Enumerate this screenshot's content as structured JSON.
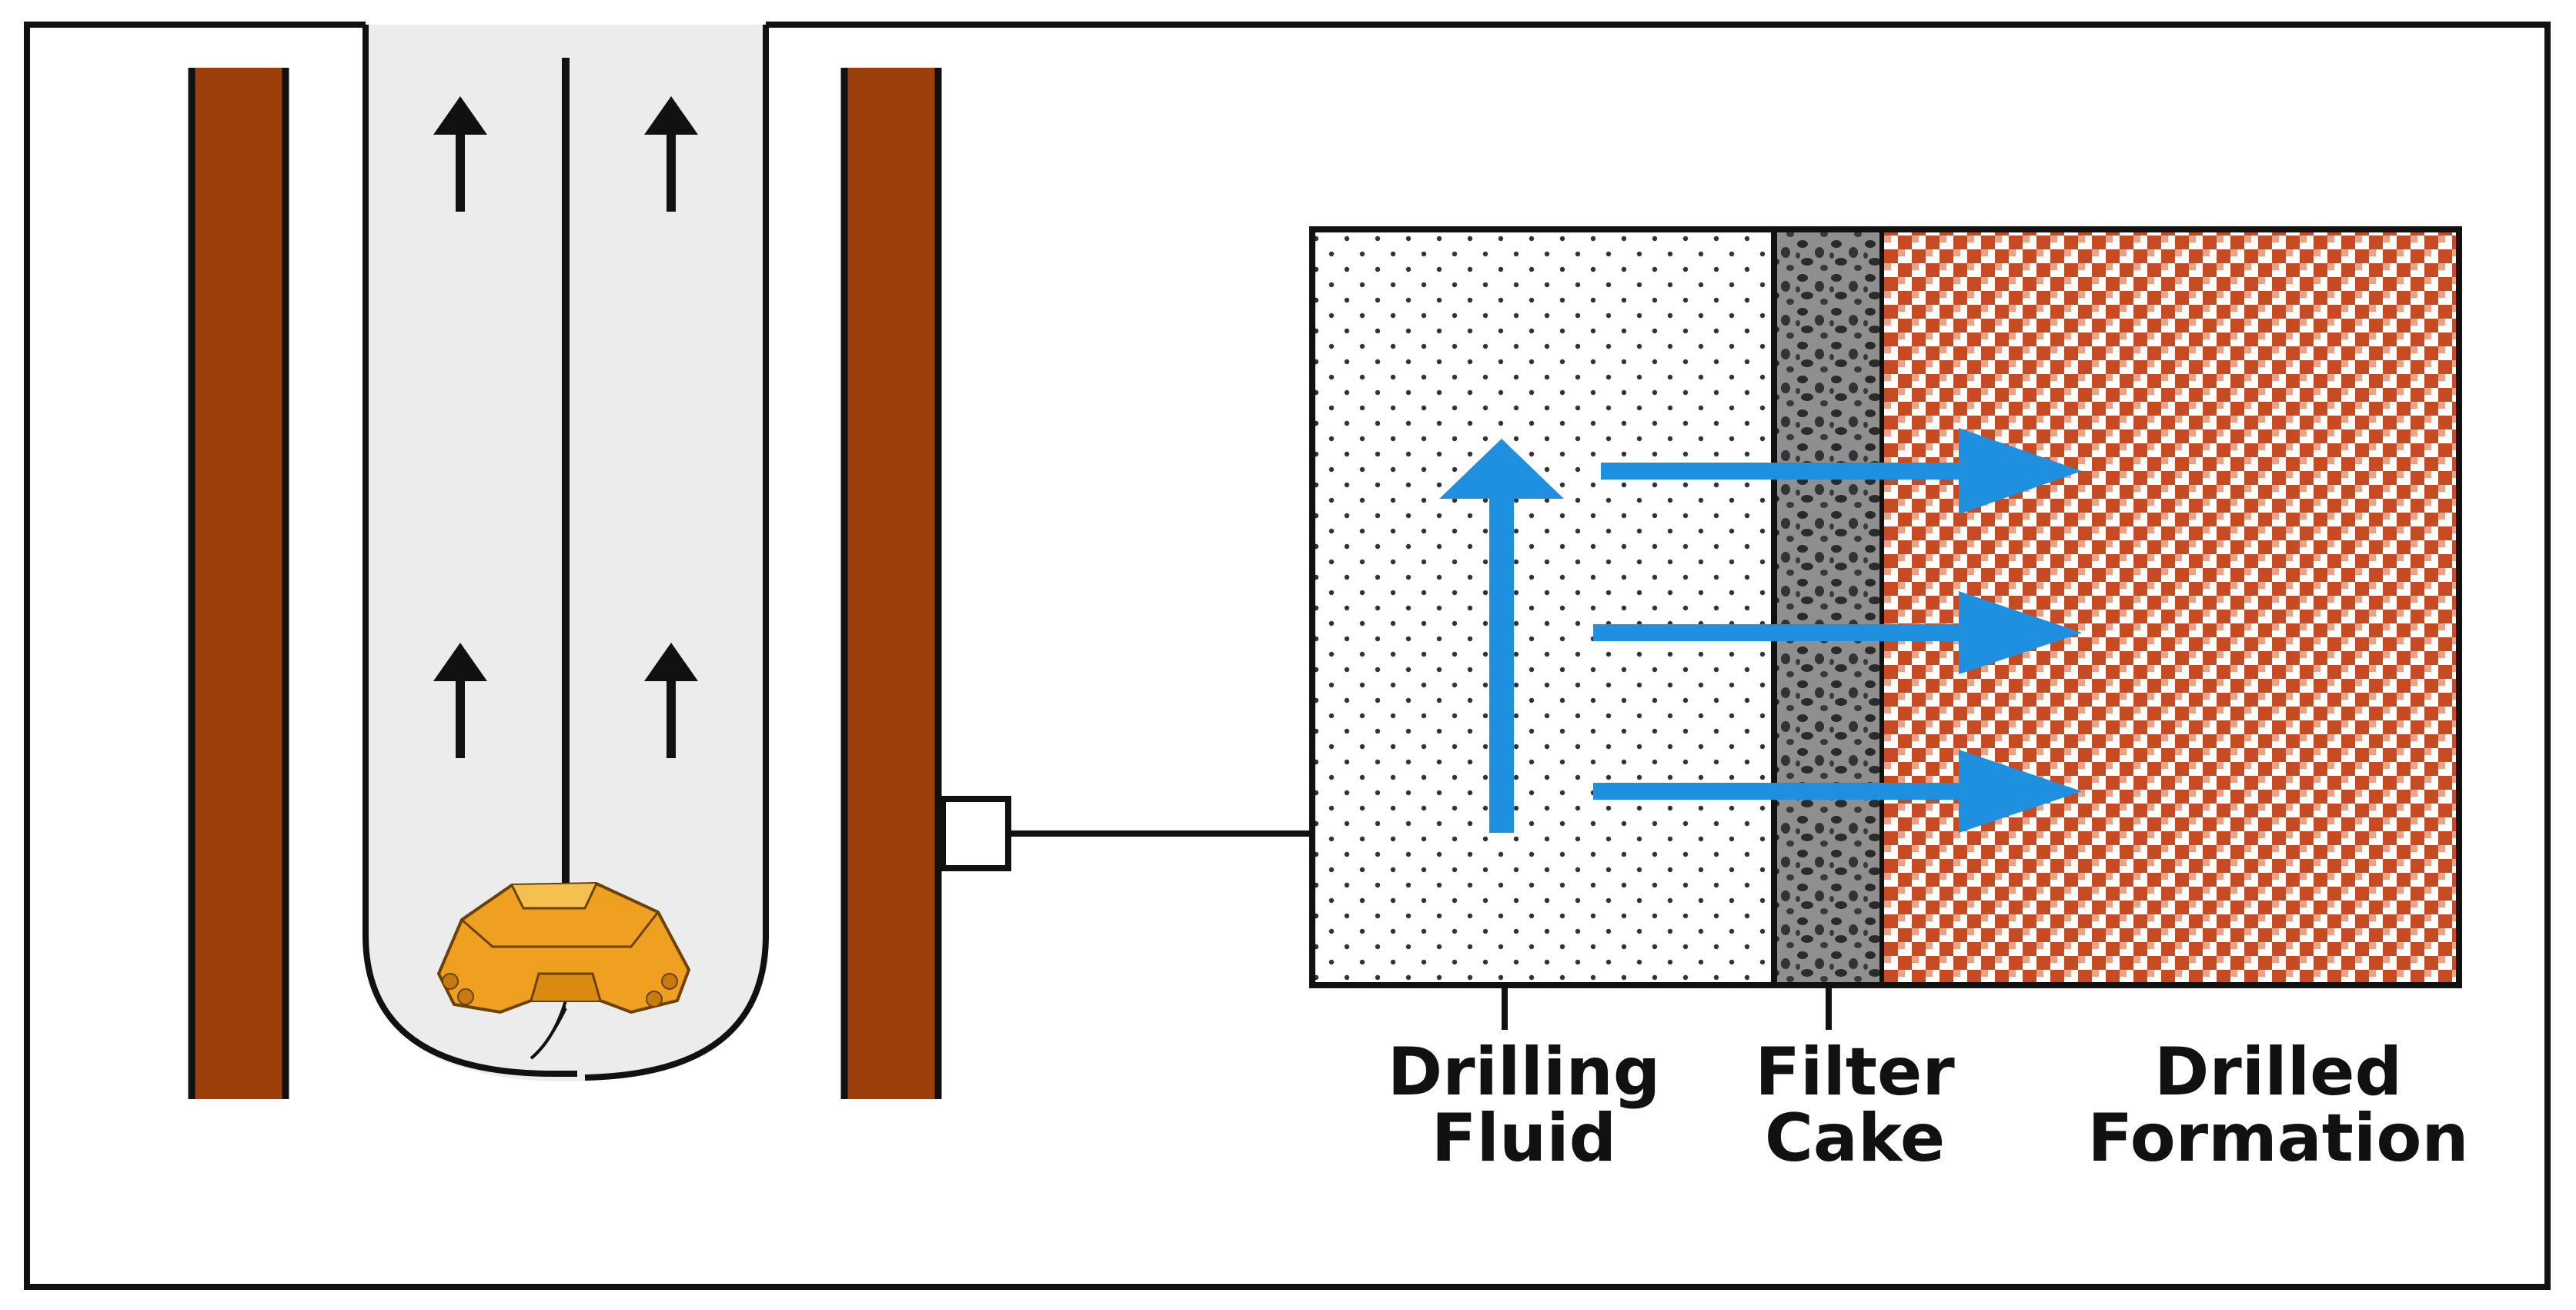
{
  "labels": {
    "drilling_fluid": [
      "Drilling",
      "Fluid"
    ],
    "filter_cake": [
      "Filter",
      "Cake"
    ],
    "drilled_formation": [
      "Drilled",
      "Formation"
    ]
  },
  "colors": {
    "casing": "#9c3f0b",
    "wellbore_fill": "#ececec",
    "outline": "#111111",
    "flow_arrow": "#1f8fe0",
    "filter_cake": "#8d8d8d",
    "formation": "#c64a22",
    "drill_bit": "#f0a020"
  },
  "icons": {
    "flow_arrow": "up-arrow-icon",
    "bit": "drill-bit-icon"
  }
}
